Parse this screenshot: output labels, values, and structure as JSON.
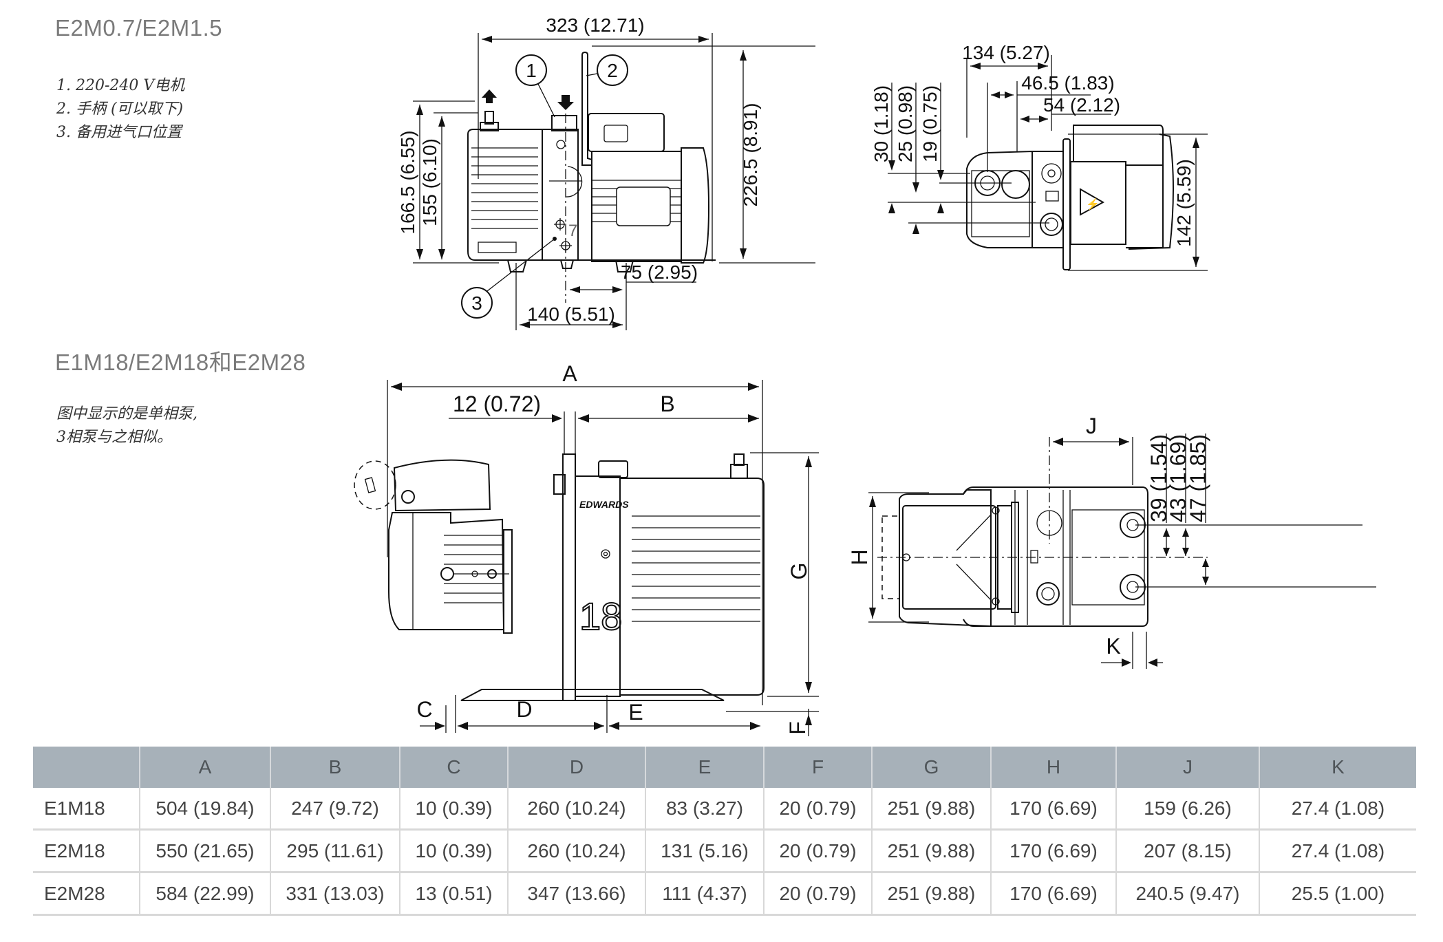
{
  "section1": {
    "title": "E2M0.7/E2M1.5",
    "notes": [
      "1. 220-240 V电机",
      "2. 手柄 (可以取下)",
      "3. 备用进气口位置"
    ],
    "side_view": {
      "overall_length": "323 (12.71)",
      "height_outlet": "166.5 (6.55)",
      "height_inlet": "155 (6.10)",
      "overall_height": "226.5 (8.91)",
      "foot_offset": "75 (2.95)",
      "foot_spacing": "140 (5.51)",
      "callouts": [
        "1",
        "2",
        "3"
      ],
      "body_mark": "7"
    },
    "top_view": {
      "dim_134": "134 (5.27)",
      "dim_46_5": "46.5 (1.83)",
      "dim_54": "54 (2.12)",
      "dim_30": "30 (1.18)",
      "dim_25": "25 (0.98)",
      "dim_19": "19 (0.75)",
      "dim_142": "142 (5.59)"
    }
  },
  "section2": {
    "title": "E1M18/E2M18和E2M28",
    "notes": [
      "图中显示的是单相泵,",
      "3相泵与之相似。"
    ],
    "side_view": {
      "label_A": "A",
      "label_B": "B",
      "label_C": "C",
      "label_D": "D",
      "label_E": "E",
      "label_F": "F",
      "label_G": "G",
      "dim_12": "12 (0.72)",
      "brand": "EDWARDS",
      "model_number": "18"
    },
    "top_view": {
      "label_H": "H",
      "label_J": "J",
      "label_K": "K",
      "dim_39": "39 (1.54)",
      "dim_43": "43 (1.69)",
      "dim_47": "47 (1.85)"
    }
  },
  "table": {
    "headers": [
      "",
      "A",
      "B",
      "C",
      "D",
      "E",
      "F",
      "G",
      "H",
      "J",
      "K"
    ],
    "rows": [
      [
        "E1M18",
        "504 (19.84)",
        "247 (9.72)",
        "10 (0.39)",
        "260 (10.24)",
        "83 (3.27)",
        "20 (0.79)",
        "251 (9.88)",
        "170 (6.69)",
        "159 (6.26)",
        "27.4 (1.08)"
      ],
      [
        "E2M18",
        "550 (21.65)",
        "295 (11.61)",
        "10 (0.39)",
        "260 (10.24)",
        "131 (5.16)",
        "20 (0.79)",
        "251 (9.88)",
        "170 (6.69)",
        "207 (8.15)",
        "27.4 (1.08)"
      ],
      [
        "E2M28",
        "584 (22.99)",
        "331 (13.03)",
        "13 (0.51)",
        "347 (13.66)",
        "111 (4.37)",
        "20 (0.79)",
        "251 (9.88)",
        "170 (6.69)",
        "240.5 (9.47)",
        "25.5 (1.00)"
      ]
    ],
    "header_color": "#a7b1b9"
  }
}
